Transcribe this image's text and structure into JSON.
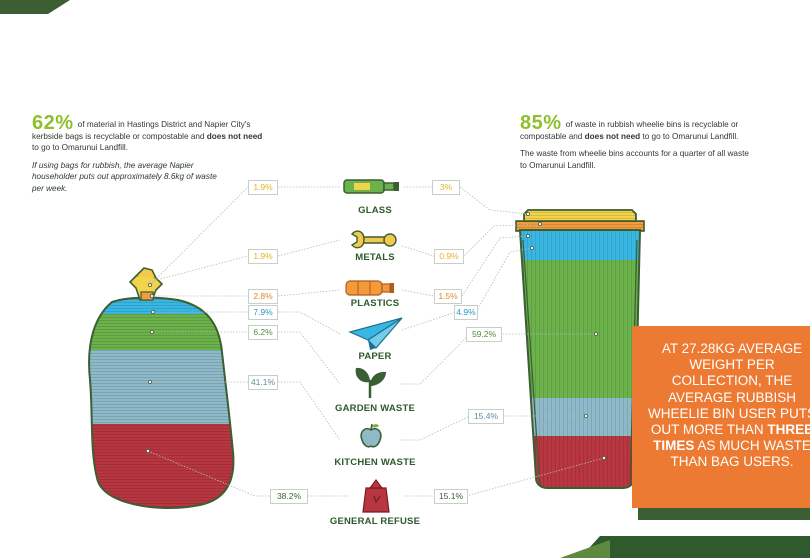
{
  "colors": {
    "glass": "#f2d34a",
    "metals": "#f2c94c",
    "plastics": "#f39a3a",
    "paper": "#39b7e2",
    "garden": "#6bb24a",
    "kitchen": "#8db9c8",
    "general": "#b7363f",
    "accent_green": "#8fbf2e",
    "callout": "#ec7a33"
  },
  "bag_intro": {
    "percent": "62%",
    "text1": " of material in Hastings District and Napier City's kerbside bags is recyclable or compostable and ",
    "bold": "does not need",
    "text2": " to go to Omarunui Landfill.",
    "note": "If using bags for rubbish, the average Napier householder puts out approximately 8.6kg of waste per week."
  },
  "bin_intro": {
    "percent": "85%",
    "text1": " of waste in rubbish wheelie bins is recyclable or compostable and ",
    "bold": "does not need",
    "text2": " to go to Omarunui Landfill.",
    "sub": "The waste from wheelie bins accounts for a quarter of all waste to Omarunui Landfill."
  },
  "categories": [
    {
      "name": "GLASS",
      "icon": "bottle-icon",
      "bag": "1.9%",
      "bin": "3%"
    },
    {
      "name": "METALS",
      "icon": "wrench-icon",
      "bag": "1.9%",
      "bin": "0.9%"
    },
    {
      "name": "PLASTICS",
      "icon": "plastic-bottle-icon",
      "bag": "2.8%",
      "bin": "1.5%"
    },
    {
      "name": "PAPER",
      "icon": "paper-plane-icon",
      "bag": "7.9%",
      "bin": "4.9%"
    },
    {
      "name": "GARDEN WASTE",
      "icon": "sprout-icon",
      "bag": "6.2%",
      "bin": "59.2%"
    },
    {
      "name": "KITCHEN WASTE",
      "icon": "apple-icon",
      "bag": "41.1%",
      "bin": "15.4%"
    },
    {
      "name": "GENERAL REFUSE",
      "icon": "bin-bag-icon",
      "bag": "38.2%",
      "bin": "15.1%"
    }
  ],
  "callout": {
    "text1": "AT 27.28KG AVERAGE WEIGHT PER COLLECTION, THE AVERAGE RUBBISH WHEELIE BIN USER PUTS OUT MORE THAN ",
    "bold": "THREE TIMES",
    "text2": " AS MUCH WASTE THAN BAG USERS."
  }
}
